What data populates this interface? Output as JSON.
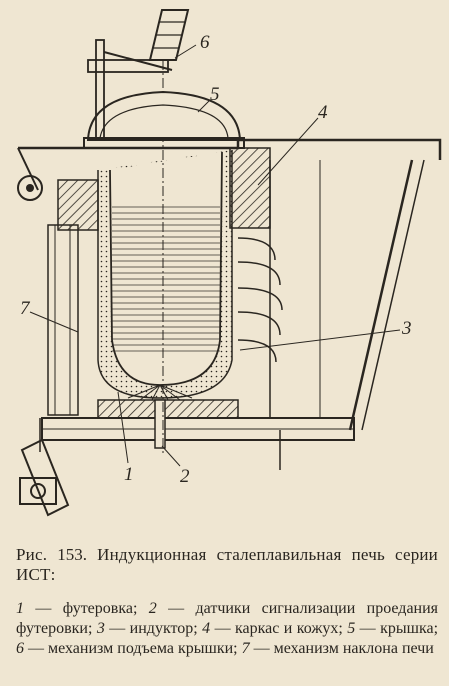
{
  "figure": {
    "labels": [
      "1",
      "2",
      "3",
      "4",
      "5",
      "6",
      "7"
    ]
  },
  "caption": {
    "prefix": "Рис.",
    "number": "153.",
    "title": "Индукционная сталеплавильная печь серии ИСТ:"
  },
  "legend": [
    {
      "num": "1",
      "text": "футеровка;"
    },
    {
      "num": "2",
      "text": "датчики сигнализации проедания футеровки;"
    },
    {
      "num": "3",
      "text": "индуктор;"
    },
    {
      "num": "4",
      "text": "каркас и кожух;"
    },
    {
      "num": "5",
      "text": "крышка;"
    },
    {
      "num": "6",
      "text": "механизм подъема крышки;"
    },
    {
      "num": "7",
      "text": "механизм наклона печи"
    }
  ],
  "colors": {
    "paper": "#efe6d2",
    "ink": "#2a2620"
  }
}
